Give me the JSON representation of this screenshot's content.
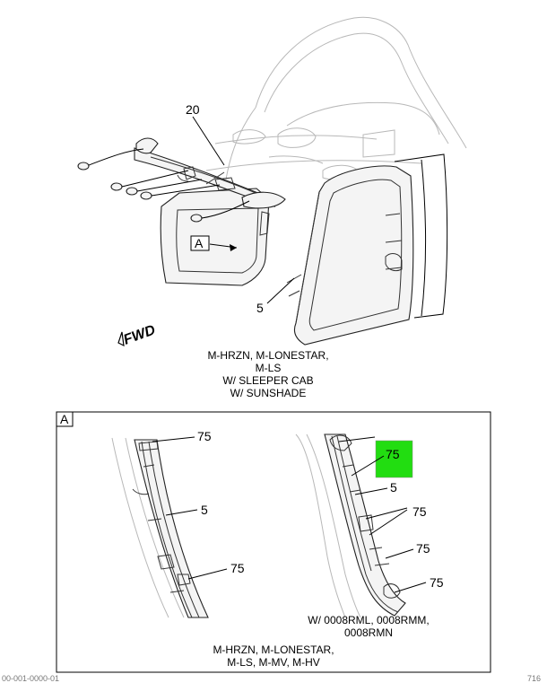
{
  "upper_view": {
    "callouts": {
      "bow_frame": "20",
      "rear_pillar": "5"
    },
    "detail_ref": "A",
    "direction": "FWD",
    "caption": [
      "M-HRZN, M-LONESTAR,",
      "M-LS",
      "W/ SLEEPER CAB",
      "W/ SUNSHADE"
    ]
  },
  "detail_view": {
    "title": "A",
    "left_panel": {
      "top_fastener": "75",
      "pillar": "5",
      "bottom_fastener": "75"
    },
    "right_panel": {
      "highlighted_fastener": "75",
      "highlight_color": "#22dd11",
      "pillar": "5",
      "mid_fasteners": "75",
      "lower_fastener": "75",
      "bottom_fastener": "75",
      "note": [
        "W/ 0008RML, 0008RMM,",
        "0008RMN"
      ]
    },
    "caption": [
      "M-HRZN, M-LONESTAR,",
      "M-LS, M-MV, M-HV"
    ]
  },
  "footer": {
    "left_code": "00-001-0000-01",
    "right_code": "716"
  }
}
